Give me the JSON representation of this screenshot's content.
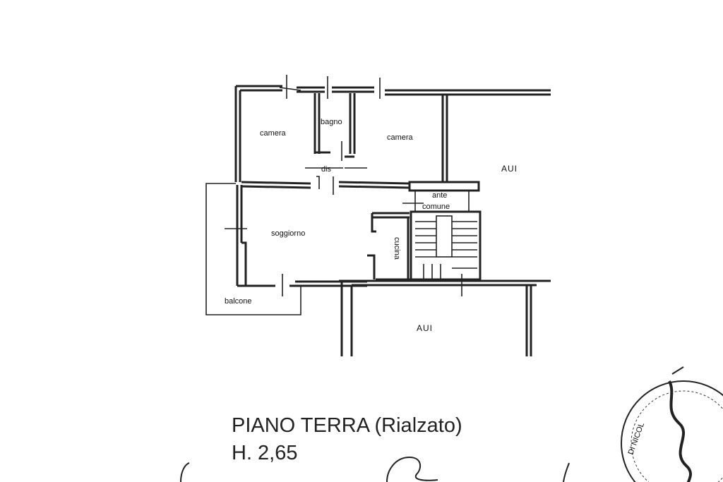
{
  "rooms": {
    "camera_left": "camera",
    "bagno": "bagno",
    "camera_right": "camera",
    "dis": "dis",
    "aui_top": "AUI",
    "ante_comune_1": "ante",
    "ante_comune_2": "comune",
    "soggiorno": "soggiorno",
    "cucina": "cucina",
    "balcone": "balcone",
    "aui_bottom": "AUI"
  },
  "caption": {
    "title": "PIANO TERRA (Rialzato)",
    "height": "H. 2,65"
  },
  "stamp": {
    "text": "DI NICOL"
  }
}
